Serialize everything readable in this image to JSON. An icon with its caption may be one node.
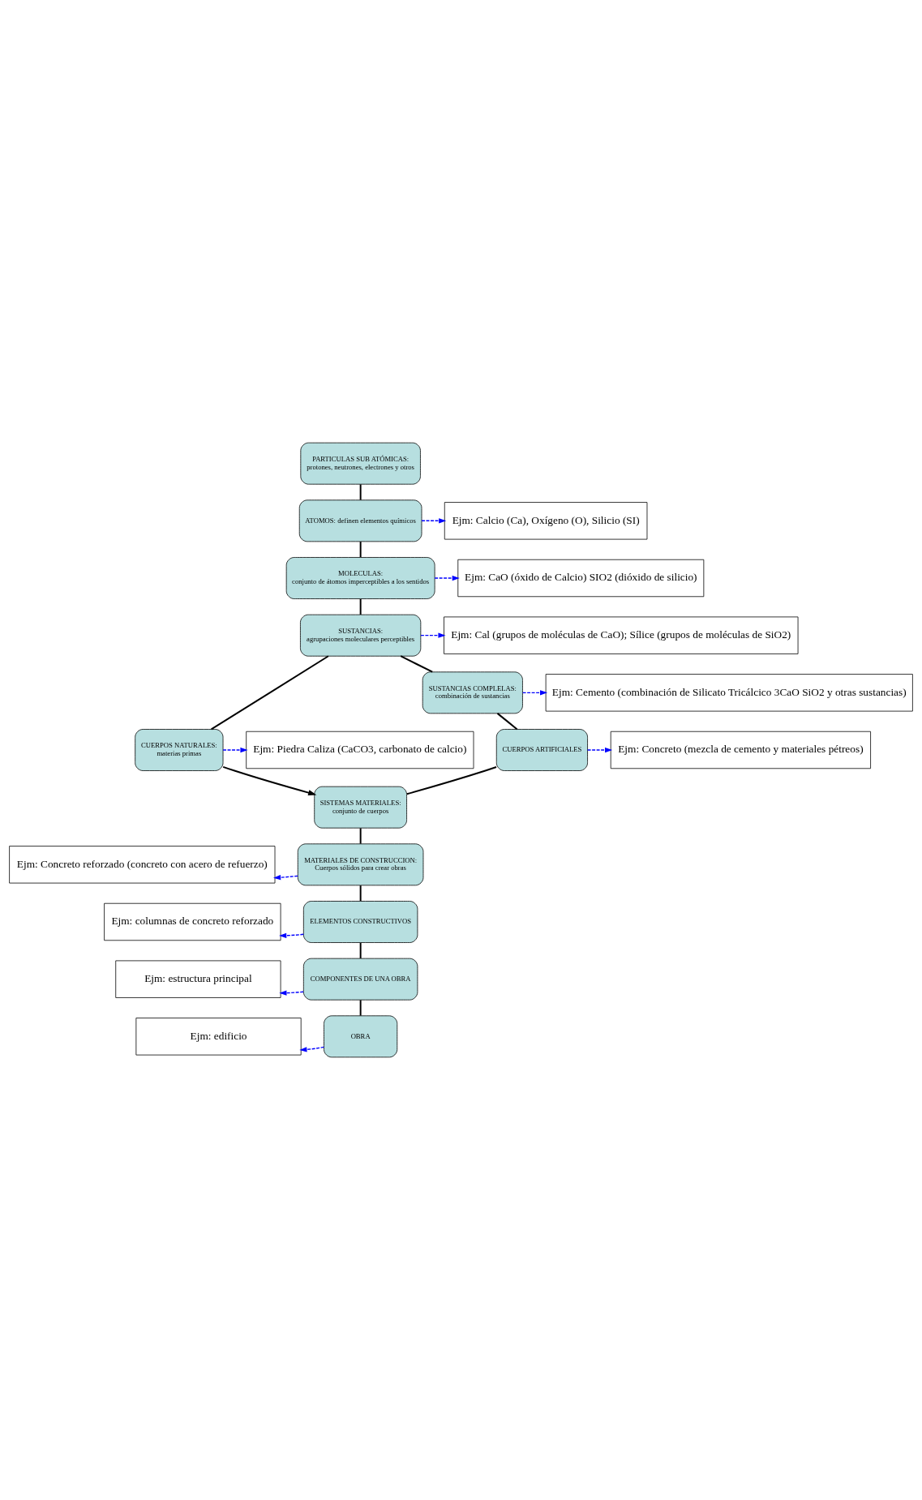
{
  "diagram": {
    "nodes": [
      {
        "text": [
          "PARTICULAS SUB ATÓMICAS:",
          "protones, neutrones, electrones y otros"
        ]
      },
      {
        "text": [
          "ATOMOS: definen elementos químicos"
        ]
      },
      {
        "text": [
          "Ejm: Calcio (Ca), Oxígeno (O), Silicio (SI)"
        ]
      },
      {
        "text": [
          "MOLECULAS:",
          "conjunto de átomos imperceptibles a los sentidos"
        ]
      },
      {
        "text": [
          "Ejm: CaO (óxido de Calcio) SIO2 (dióxido de silicio)"
        ]
      },
      {
        "text": [
          "SUSTANCIAS:",
          "agrupaciones moleculares perceptibles"
        ]
      },
      {
        "text": [
          "Ejm: Cal (grupos de moléculas de CaO); Sílice (grupos de moléculas de SiO2)"
        ]
      },
      {
        "text": [
          "CUERPOS NATURALES:",
          "materias primas"
        ]
      },
      {
        "text": [
          "Ejm: Piedra Caliza (CaCO3, carbonato de calcio)"
        ]
      },
      {
        "text": [
          "SUSTANCIAS COMPLELAS:",
          "combinación de sustancias"
        ]
      },
      {
        "text": [
          "Ejm: Cemento (combinación de Silicato Tricálcico 3CaO SiO2 y otras sustancias)"
        ]
      },
      {
        "text": [
          "CUERPOS ARTIFICIALES"
        ]
      },
      {
        "text": [
          "Ejm: Concreto (mezcla de cemento y materiales pétreos)"
        ]
      },
      {
        "text": [
          "SISTEMAS MATERIALES:",
          "conjunto de cuerpos"
        ]
      },
      {
        "text": [
          "MATERIALES DE CONSTRUCCION:",
          "Cuerpos sólidos para crear obras"
        ]
      },
      {
        "text": [
          "Ejm: Concreto reforzado (concreto con acero de refuerzo)"
        ]
      },
      {
        "text": [
          "ELEMENTOS CONSTRUCTIVOS"
        ]
      },
      {
        "text": [
          "Ejm: columnas de concreto reforzado"
        ]
      },
      {
        "text": [
          "COMPONENTES DE UNA OBRA"
        ]
      },
      {
        "text": [
          "Ejm: estructura principal"
        ]
      },
      {
        "text": [
          "OBRA"
        ]
      },
      {
        "text": [
          "Ejm: edificio"
        ]
      }
    ],
    "edges": [
      {
        "from": 0,
        "to": 1,
        "arrow": "none"
      },
      {
        "from": 1,
        "to": 3,
        "arrow": "none"
      },
      {
        "from": 1,
        "to": 2,
        "arrow": "to",
        "style": "dashed",
        "color": "#0000ff"
      },
      {
        "from": 3,
        "to": 5,
        "arrow": "none"
      },
      {
        "from": 3,
        "to": 4,
        "arrow": "to",
        "style": "dashed",
        "color": "#0000ff"
      },
      {
        "from": 5,
        "to": 7,
        "arrow": "none"
      },
      {
        "from": 5,
        "to": 9,
        "arrow": "none"
      },
      {
        "from": 5,
        "to": 6,
        "arrow": "to",
        "style": "dashed",
        "color": "#0000ff"
      },
      {
        "from": 7,
        "to": 8,
        "arrow": "to",
        "style": "dashed",
        "color": "#0000ff"
      },
      {
        "from": 7,
        "to": 13,
        "arrow": "to"
      },
      {
        "from": 9,
        "to": 11,
        "arrow": "none"
      },
      {
        "from": 9,
        "to": 10,
        "arrow": "to",
        "style": "dashed",
        "color": "#0000ff"
      },
      {
        "from": 11,
        "to": 13,
        "arrow": "none"
      },
      {
        "from": 11,
        "to": 12,
        "arrow": "to",
        "style": "dashed",
        "color": "#0000ff"
      },
      {
        "from": 13,
        "to": 14,
        "arrow": "none"
      },
      {
        "from": 14,
        "to": 15,
        "arrow": "to",
        "style": "dashed",
        "color": "#0000ff"
      },
      {
        "from": 14,
        "to": 16,
        "arrow": "none"
      },
      {
        "from": 16,
        "to": 17,
        "arrow": "to",
        "style": "dashed",
        "color": "#0000ff"
      },
      {
        "from": 16,
        "to": 18,
        "arrow": "none"
      },
      {
        "from": 18,
        "to": 19,
        "arrow": "to",
        "style": "dashed",
        "color": "#0000ff"
      },
      {
        "from": 18,
        "to": 20,
        "arrow": "none"
      },
      {
        "from": 20,
        "to": 21,
        "arrow": "to",
        "style": "dashed",
        "color": "#0000ff"
      }
    ]
  }
}
